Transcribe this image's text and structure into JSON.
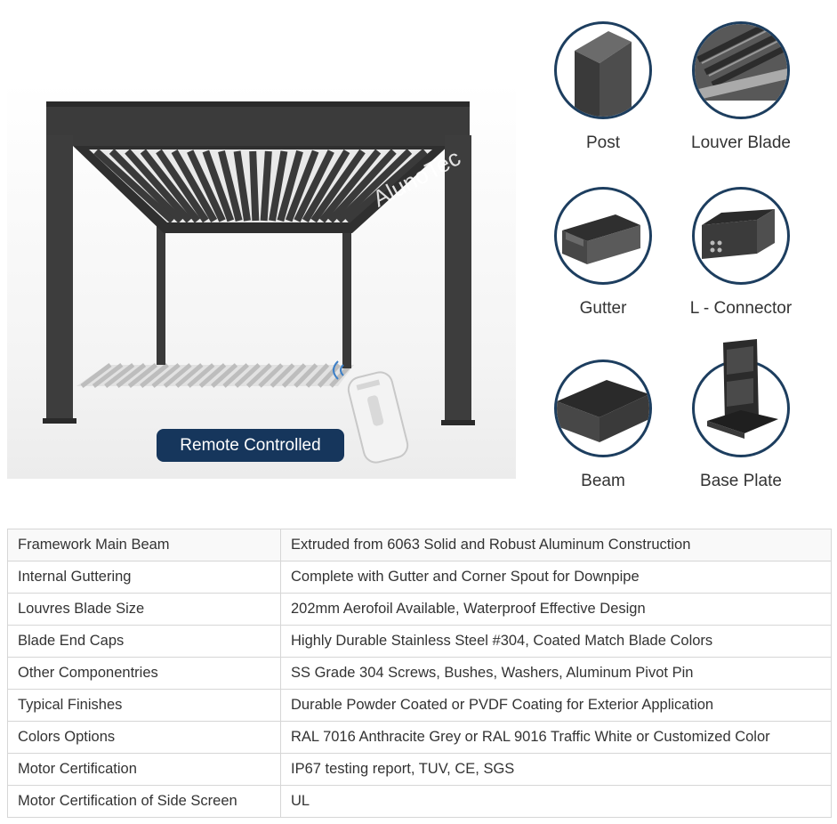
{
  "hero": {
    "watermark": "AlunoTec",
    "badge": "Remote Controlled"
  },
  "parts": [
    {
      "name": "Post",
      "icon": "post-icon"
    },
    {
      "name": "Louver Blade",
      "icon": "louver-blade-icon"
    },
    {
      "name": "Gutter",
      "icon": "gutter-icon"
    },
    {
      "name": "L - Connector",
      "icon": "l-connector-icon"
    },
    {
      "name": "Beam",
      "icon": "beam-icon"
    },
    {
      "name": "Base Plate",
      "icon": "base-plate-icon"
    }
  ],
  "specs": [
    {
      "key": "Framework Main Beam",
      "value": "Extruded from 6063 Solid and Robust Aluminum Construction"
    },
    {
      "key": "Internal Guttering",
      "value": "Complete with Gutter and Corner Spout for Downpipe"
    },
    {
      "key": "Louvres Blade Size",
      "value": "202mm Aerofoil Available, Waterproof Effective Design"
    },
    {
      "key": "Blade End Caps",
      "value": "Highly Durable Stainless Steel #304, Coated Match Blade Colors"
    },
    {
      "key": "Other Componentries",
      "value": "SS Grade 304 Screws, Bushes, Washers, Aluminum Pivot Pin"
    },
    {
      "key": "Typical Finishes",
      "value": "Durable Powder Coated or PVDF Coating for Exterior Application"
    },
    {
      "key": "Colors Options",
      "value": "RAL 7016 Anthracite Grey or RAL 9016 Traffic White or Customized Color"
    },
    {
      "key": "Motor Certification",
      "value": "IP67 testing report, TUV, CE, SGS"
    },
    {
      "key": "Motor Certification of Side Screen",
      "value": "UL"
    }
  ]
}
